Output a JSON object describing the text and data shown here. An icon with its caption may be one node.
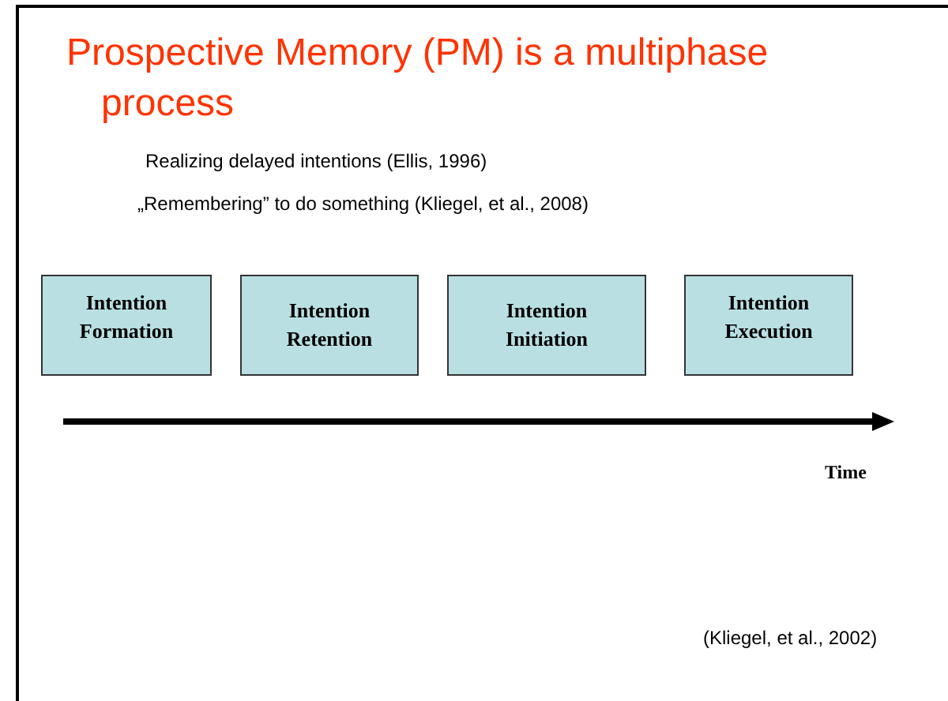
{
  "diagram": {
    "title": "Prospective Memory (PM) is a multiphase process",
    "nodes": [
      {
        "text": [
          "Intention Formation"
        ]
      },
      {
        "text": [
          "Intention Retention"
        ]
      },
      {
        "text": [
          "Intention Initiation"
        ]
      },
      {
        "text": [
          "Intention Execution"
        ]
      }
    ],
    "labels": [
      "Realizing delayed intentions (Ellis, 1996)",
      "„Remembering” to do something (Kliegel, et al., 2008)",
      "Time",
      "(Kliegel, et al., 2002)"
    ]
  }
}
